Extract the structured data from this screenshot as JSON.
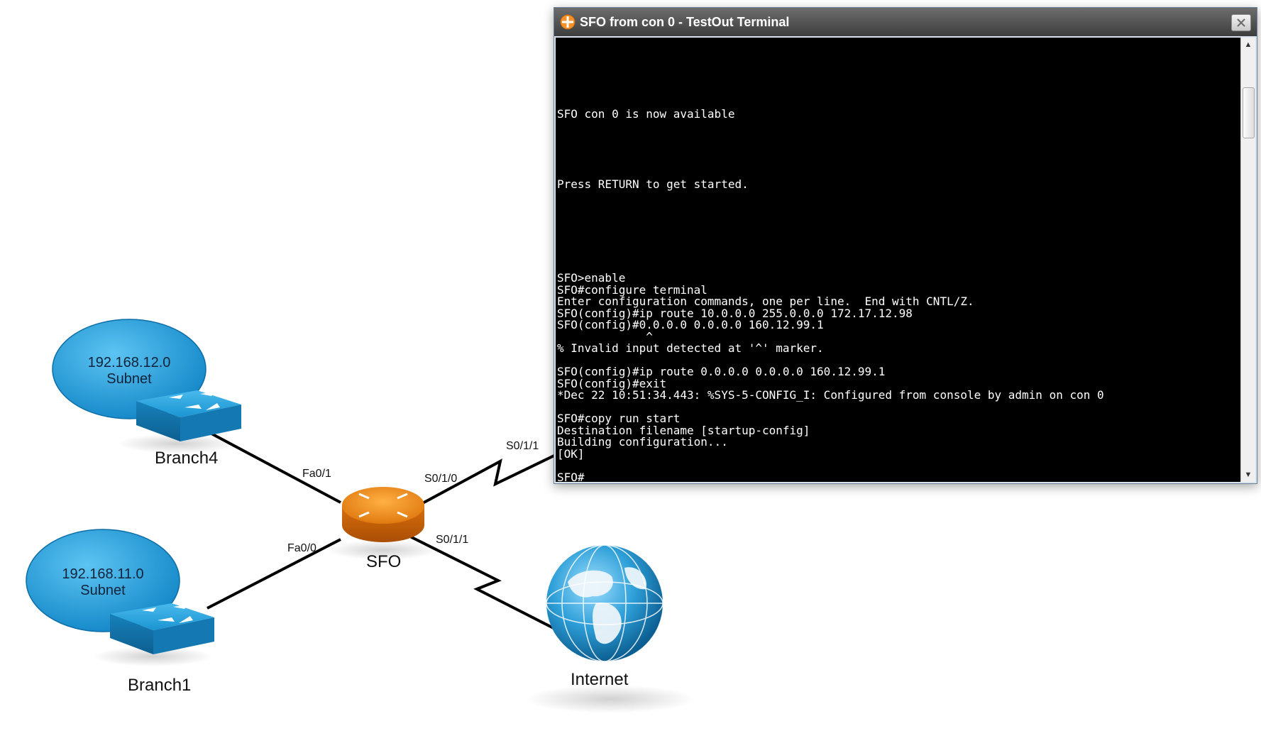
{
  "topology": {
    "branch4": {
      "subnet_ip": "192.168.12.0",
      "subnet_label": "Subnet",
      "name": "Branch4"
    },
    "branch1": {
      "subnet_ip": "192.168.11.0",
      "subnet_label": "Subnet",
      "name": "Branch1"
    },
    "router": {
      "name": "SFO"
    },
    "internet": {
      "name": "Internet"
    },
    "interfaces": {
      "fa01": "Fa0/1",
      "fa00": "Fa0/0",
      "s010": "S0/1/0",
      "s011_router": "S0/1/1",
      "s011_remote": "S0/1/1"
    },
    "colors": {
      "router": "#f08a1c",
      "switch": "#1e9ad6",
      "cloud": "#2aa3e0",
      "link": "#000000"
    }
  },
  "terminal": {
    "title": "SFO from con 0 - TestOut Terminal",
    "icons": {
      "logo": "testout-logo-icon",
      "close": "close-icon"
    },
    "lines": [
      "SFO con 0 is now available",
      "",
      "",
      "",
      "",
      "",
      "Press RETURN to get started.",
      "",
      "",
      "",
      "",
      "",
      "",
      "",
      "SFO>enable",
      "SFO#configure terminal",
      "Enter configuration commands, one per line.  End with CNTL/Z.",
      "SFO(config)#ip route 10.0.0.0 255.0.0.0 172.17.12.98",
      "SFO(config)#0.0.0.0 0.0.0.0 160.12.99.1",
      "             ^",
      "% Invalid input detected at '^' marker.",
      "",
      "SFO(config)#ip route 0.0.0.0 0.0.0.0 160.12.99.1",
      "SFO(config)#exit",
      "*Dec 22 10:51:34.443: %SYS-5-CONFIG_I: Configured from console by admin on con 0",
      "",
      "SFO#copy run start",
      "Destination filename [startup-config]",
      "Building configuration...",
      "[OK]",
      "",
      "SFO#"
    ],
    "cursor": "_"
  }
}
